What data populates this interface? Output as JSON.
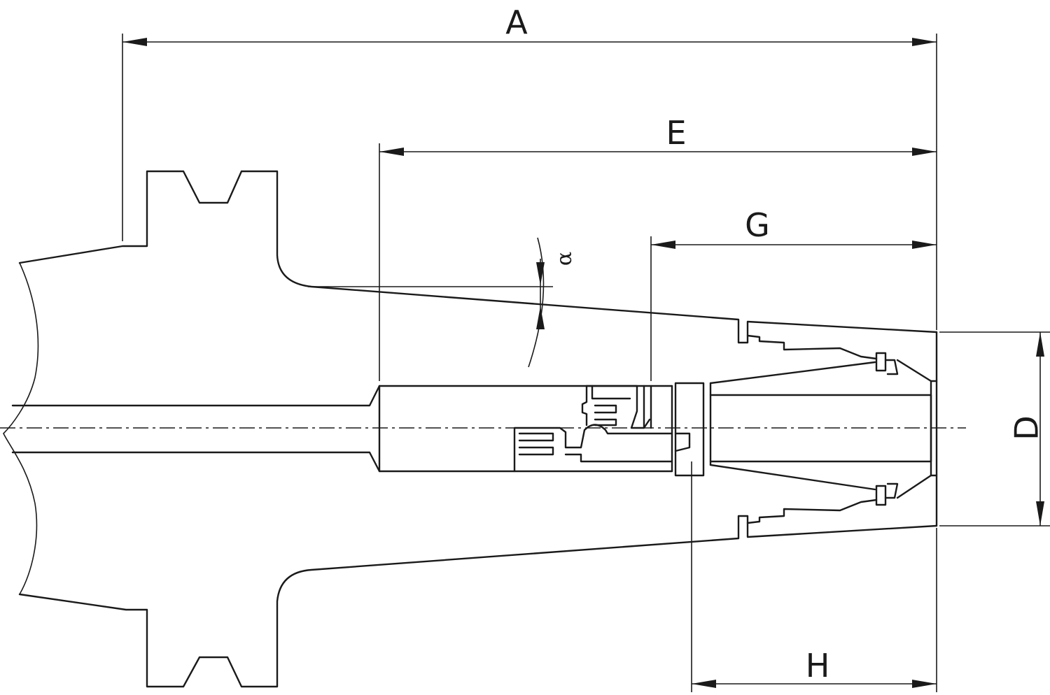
{
  "diagram": {
    "dimensions": {
      "A": "A",
      "E": "E",
      "G": "G",
      "H": "H",
      "D": "D",
      "alpha": "α"
    },
    "colors": {
      "line": "#1a1a1a",
      "background": "#ffffff"
    }
  }
}
